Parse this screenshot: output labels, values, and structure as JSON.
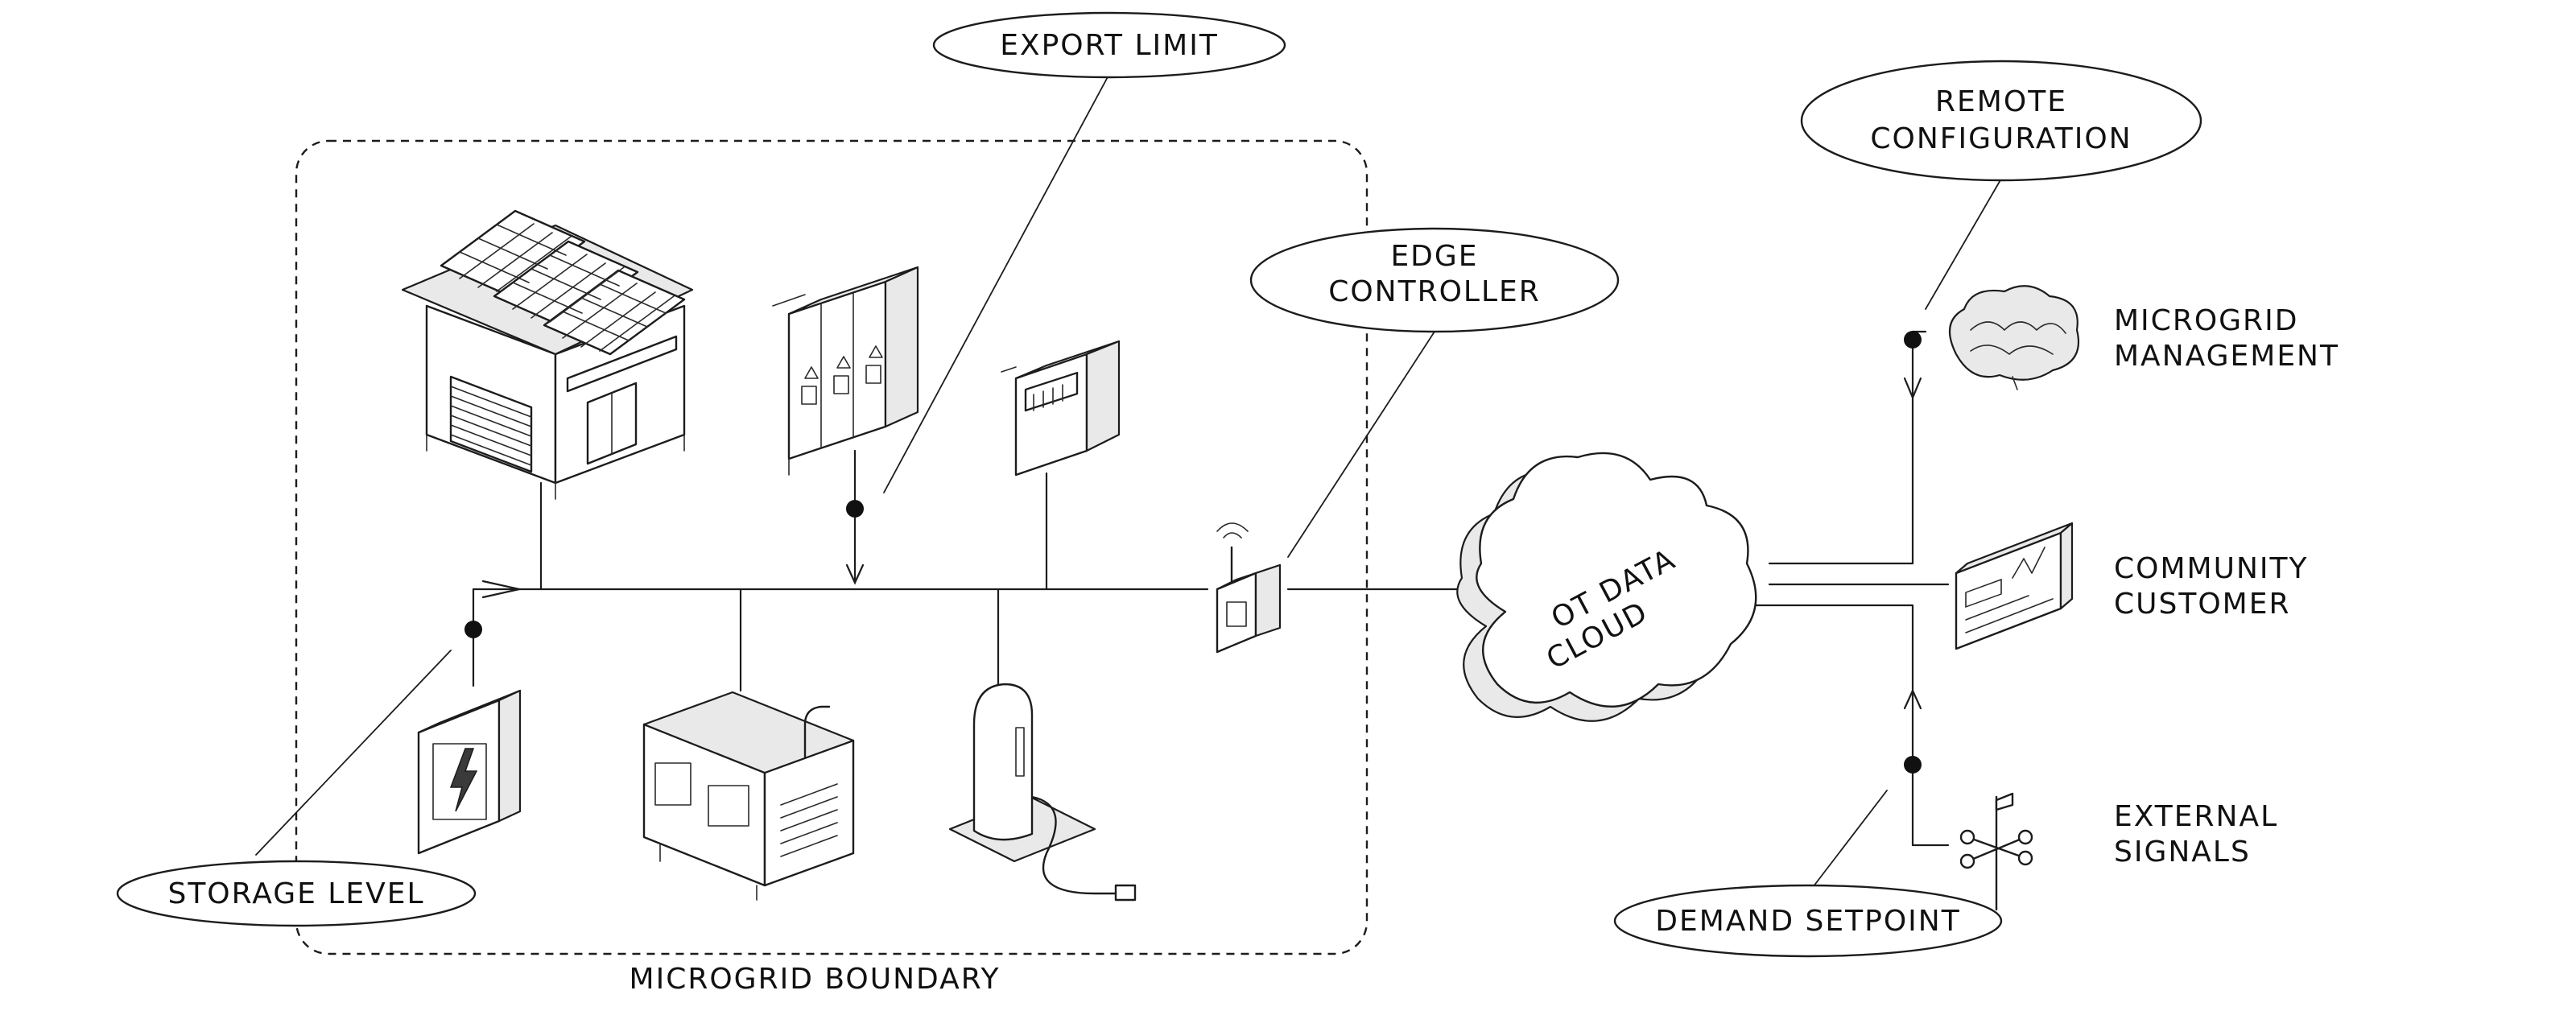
{
  "callouts": {
    "export_limit": "EXPORT LIMIT",
    "remote_configuration": [
      "REMOTE",
      "CONFIGURATION"
    ],
    "edge_controller": [
      "EDGE",
      "CONTROLLER"
    ],
    "storage_level": "STORAGE LEVEL",
    "demand_setpoint": "DEMAND SETPOINT"
  },
  "boundary_label": "MICROGRID BOUNDARY",
  "cloud_label": [
    "OT DATA",
    "CLOUD"
  ],
  "right_labels": {
    "microgrid_management": [
      "MICROGRID",
      "MANAGEMENT"
    ],
    "community_customer": [
      "COMMUNITY",
      "CUSTOMER"
    ],
    "external_signals": [
      "EXTERNAL",
      "SIGNALS"
    ]
  },
  "icons": [
    "solar-building-icon",
    "switchgear-icon",
    "meter-box-icon",
    "battery-storage-icon",
    "generator-icon",
    "ev-charger-icon",
    "edge-controller-icon",
    "cloud-icon",
    "brain-icon",
    "dashboard-icon",
    "weather-vane-icon"
  ],
  "colors": {
    "ink": "#1c1c1c",
    "background": "#ffffff"
  }
}
